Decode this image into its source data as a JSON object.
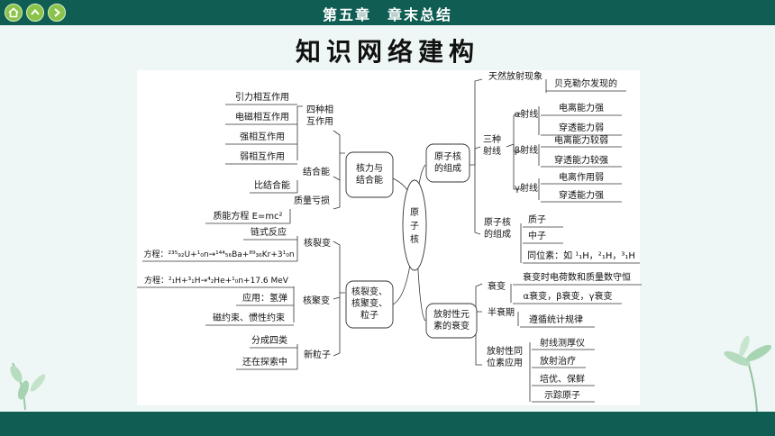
{
  "header": {
    "title": "第五章　章末总结"
  },
  "page_title": "知识网络建构",
  "colors": {
    "bar": "#0f5d53",
    "nav_button": "#8bc34a",
    "background": "#eef7f5"
  },
  "icons": {
    "home": "home-icon",
    "prev": "chevron-left-icon",
    "next": "chevron-right-icon"
  },
  "map": {
    "center": "原子核",
    "left": {
      "force": {
        "label": "核力与\n结合能",
        "four": {
          "label": "四种相\n互作用",
          "items": [
            "引力相互作用",
            "电磁相互作用",
            "强相互作用",
            "弱相互作用"
          ]
        },
        "binding": {
          "label": "结合能",
          "items": [
            "比结合能"
          ]
        },
        "mass_defect": {
          "label": "质量亏损",
          "items": [
            "质能方程 E=mc²"
          ]
        }
      },
      "reactions": {
        "label": "核裂变、\n核聚变、\n粒子",
        "fission": {
          "label": "核裂变",
          "items": [
            "链式反应",
            "方程：²³⁵₉₂U+¹₀n→¹⁴⁴₅₆Ba+⁸⁹₃₆Kr+3¹₀n"
          ]
        },
        "fusion": {
          "label": "核聚变",
          "items": [
            "方程：²₁H+³₁H→⁴₂He+¹₀n+17.6 MeV",
            "应用：氢弹",
            "磁约束、惯性约束"
          ]
        },
        "particles": {
          "label": "新粒子",
          "items": [
            "分成四类",
            "还在探索中"
          ]
        }
      }
    },
    "right": {
      "composition": {
        "label": "原子核\n的组成",
        "natural": {
          "label": "天然放射现象",
          "items": [
            "贝克勒尔发现的"
          ]
        },
        "rays": {
          "label": "三种\n射线",
          "alpha": {
            "label": "α射线",
            "items": [
              "电离能力强",
              "穿透能力弱"
            ]
          },
          "beta": {
            "label": "β射线",
            "items": [
              "电离能力较弱",
              "穿透能力较强"
            ]
          },
          "gamma": {
            "label": "γ射线",
            "items": [
              "电离作用弱",
              "穿透能力强"
            ]
          }
        },
        "nucleus_comp": {
          "label": "原子核\n的组成",
          "items": [
            "质子",
            "中子",
            "同位素：如 ¹₁H，²₁H，³₁H"
          ]
        }
      },
      "decay": {
        "label": "放射性元\n素的衰变",
        "decay": {
          "label": "衰变",
          "items": [
            "衰变时电荷数和质量数守恒",
            "α衰变，β衰变，γ衰变"
          ]
        },
        "halflife": {
          "label": "半衰期",
          "items": [
            "遵循统计规律"
          ]
        },
        "isotope_use": {
          "label": "放射性同\n位素应用",
          "items": [
            "射线测厚仪",
            "放射治疗",
            "培优、保鲜",
            "示踪原子"
          ]
        }
      }
    }
  }
}
